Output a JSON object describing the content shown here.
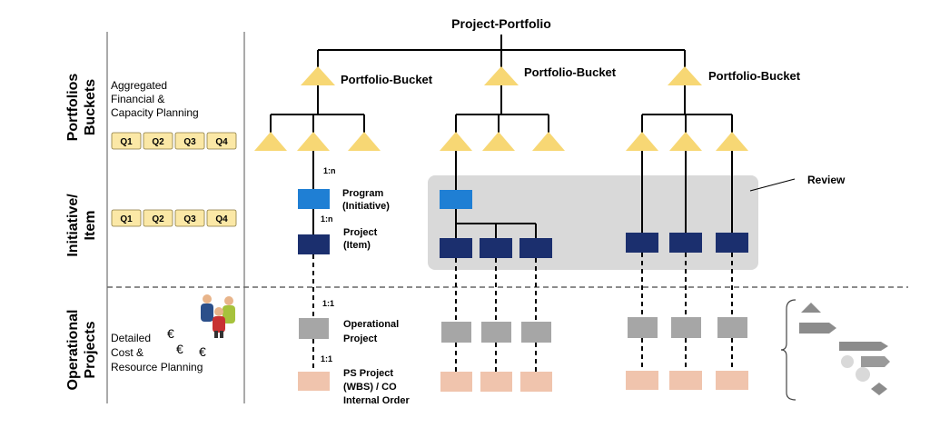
{
  "title": "Project-Portfolio",
  "buckets": [
    "Portfolio-Bucket",
    "Portfolio-Bucket",
    "Portfolio-Bucket"
  ],
  "sections": {
    "portfolios": [
      "Portfolios",
      "Buckets"
    ],
    "initiative": [
      "Initiative/",
      "Item"
    ],
    "operational": [
      "Operational",
      "Projects"
    ]
  },
  "left_text": {
    "aggregated": [
      "Aggregated",
      "Financial &",
      "Capacity Planning"
    ],
    "detailed": [
      "Detailed",
      "Cost &",
      "Resource Planning"
    ]
  },
  "quarters": [
    "Q1",
    "Q2",
    "Q3",
    "Q4"
  ],
  "currency": "€",
  "labels": {
    "program": [
      "Program",
      "(Initiative)"
    ],
    "project": [
      "Project",
      "(Item)"
    ],
    "operational": [
      "Operational",
      "Project"
    ],
    "ps": [
      "PS Project",
      "(WBS) / CO",
      "Internal Order"
    ]
  },
  "ratios": {
    "bucket_program": "1:n",
    "program_project": "1:n",
    "project_operational": "1:1",
    "operational_ps": "1:1"
  },
  "review": "Review",
  "colors": {
    "triangle": "#f7d774",
    "program": "#1f7fd4",
    "project": "#1b2f6e",
    "operational": "#a6a6a6",
    "ps": "#f0c4ad",
    "review_bg": "#d9d9d9",
    "quarter_bg": "#fbe8a6"
  }
}
